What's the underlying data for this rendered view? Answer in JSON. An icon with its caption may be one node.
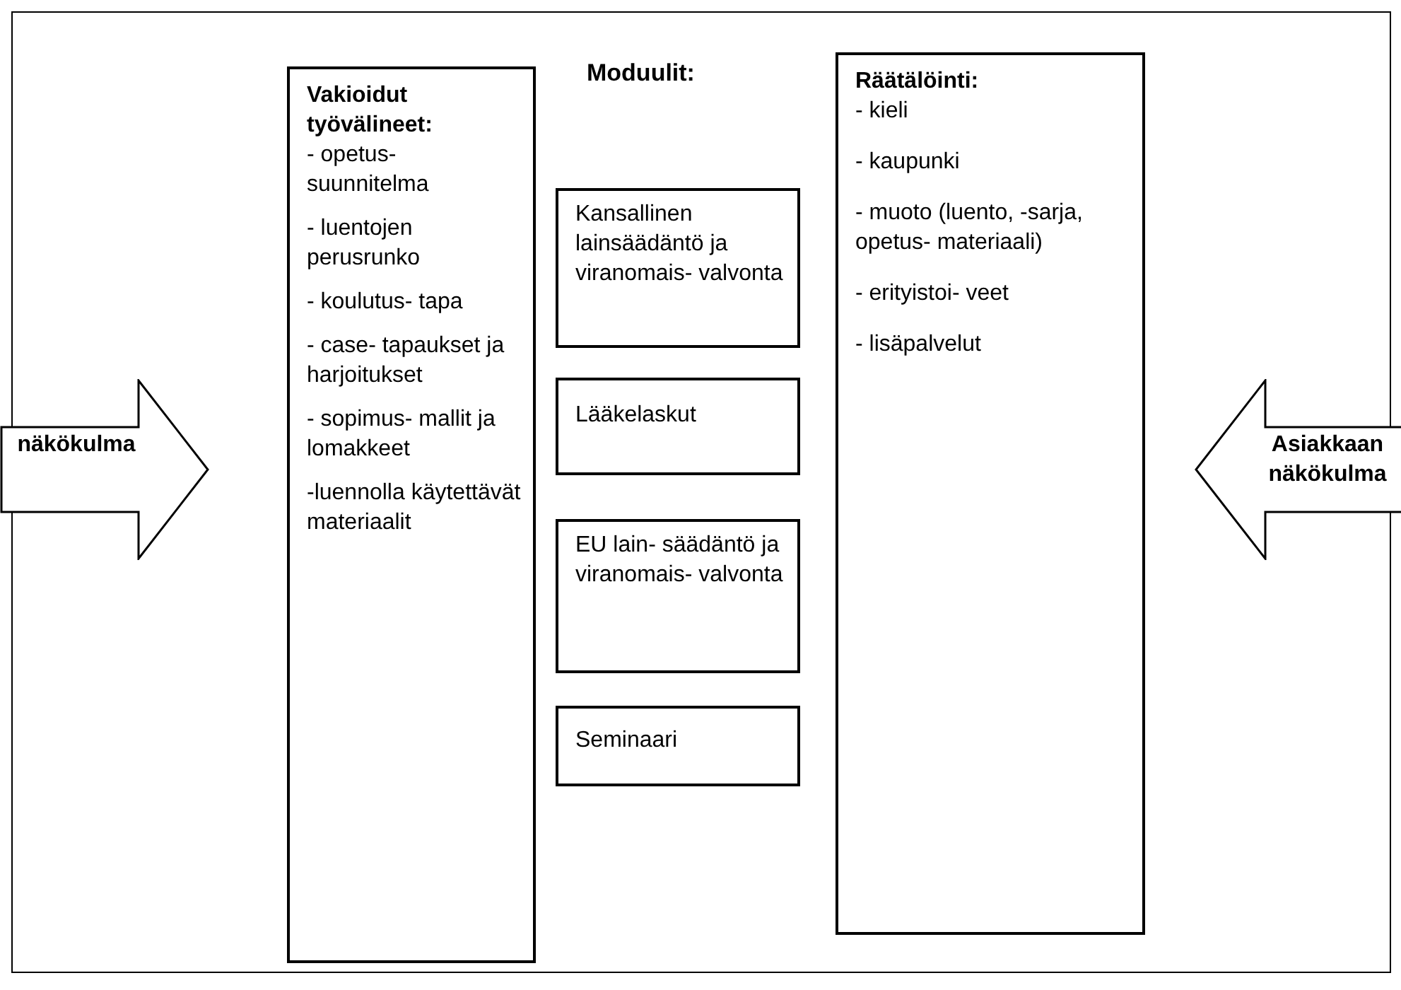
{
  "diagram": {
    "nodes": [
      {
        "text": [
          "näkökulma"
        ]
      },
      {
        "text": [
          "Vakioidut työvälineet:",
          "- opetus- suunnitelma",
          "- luentojen perusrunko",
          "- koulutus- tapa",
          "- case- tapaukset ja harjoitukset",
          "- sopimus- mallit ja lomakkeet",
          "-luennolla käytettävät materiaalit"
        ]
      },
      {
        "text": [
          "Kansallinen lainsäädäntö ja viranomais- valvonta"
        ]
      },
      {
        "text": [
          "Lääkelaskut"
        ]
      },
      {
        "text": [
          "EU lain- säädäntö ja viranomais- valvonta"
        ]
      },
      {
        "text": [
          "Seminaari"
        ]
      },
      {
        "text": [
          "Räätälöinti:",
          "- kieli",
          "- kaupunki",
          "- muoto (luento, -sarja, opetus- materiaali)",
          "- erityistoi- veet",
          "- lisäpalvelut"
        ]
      },
      {
        "text": [
          "Asiakkaan näkökulma"
        ]
      }
    ],
    "edges": [],
    "labels": [
      "Moduulit:"
    ]
  }
}
